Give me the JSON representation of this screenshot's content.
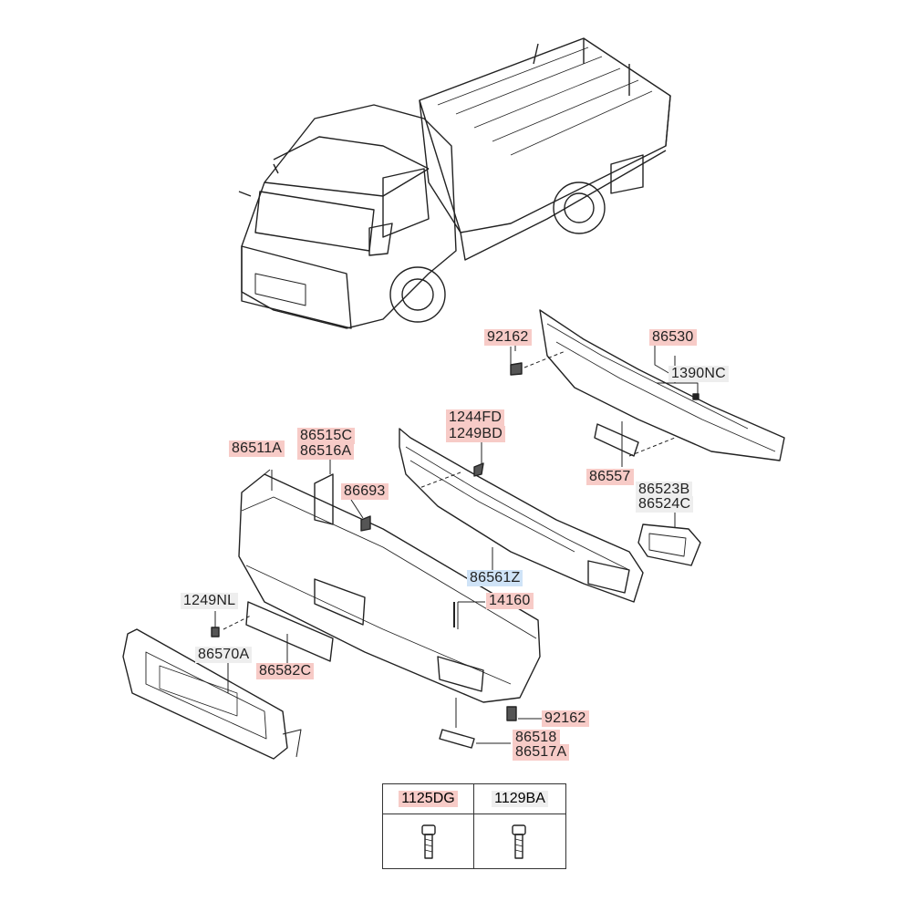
{
  "title": "Front bumper parts diagram",
  "colors": {
    "highlight_red": "#f7cbc7",
    "highlight_blue": "#cfe3f7",
    "highlight_gray": "#eeeeee"
  },
  "labels": {
    "p92162_top": "92162",
    "p86530": "86530",
    "p1390NC": "1390NC",
    "p1244FD": "1244FD",
    "p1249BD": "1249BD",
    "p86511A": "86511A",
    "p86515C": "86515C",
    "p86516A": "86516A",
    "p86693": "86693",
    "p86557": "86557",
    "p86523B": "86523B",
    "p86524C": "86524C",
    "p86561Z": "86561Z",
    "p14160": "14160",
    "p1249NL": "1249NL",
    "p86570A": "86570A",
    "p86582C": "86582C",
    "p92162_bottom": "92162",
    "p86518": "86518",
    "p86517A": "86517A"
  },
  "fastener_table": {
    "columns": [
      {
        "label": "1125DG",
        "highlight": "red",
        "icon": "bolt-icon"
      },
      {
        "label": "1129BA",
        "highlight": "gray",
        "icon": "bolt-icon"
      }
    ]
  }
}
